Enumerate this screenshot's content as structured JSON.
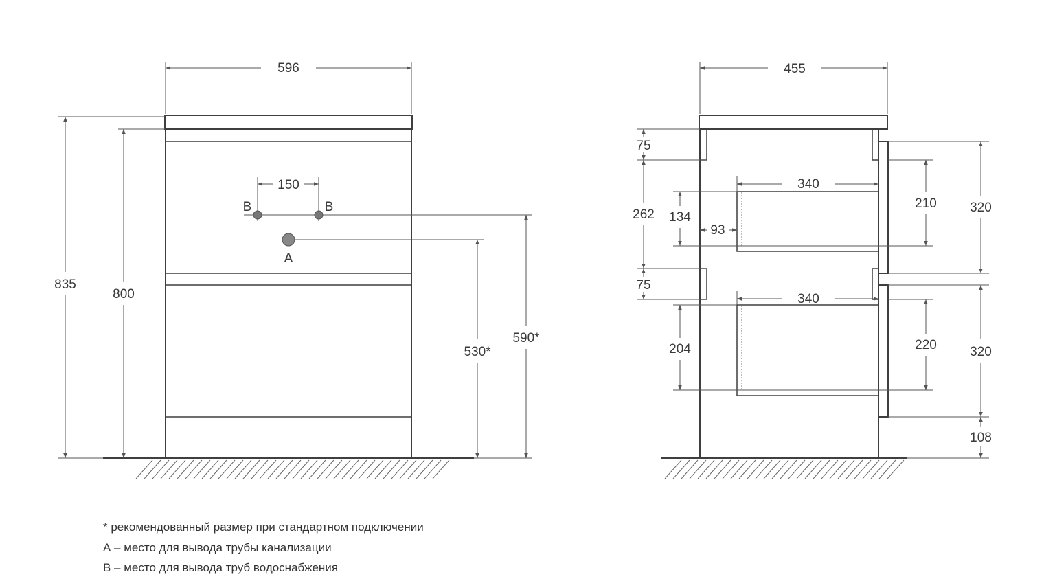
{
  "front_view": {
    "width": "596",
    "total_height": "835",
    "body_height": "800",
    "supply_spacing": "150",
    "supply_label_left": "B",
    "supply_label_right": "B",
    "drain_label": "A",
    "drain_height": "530*",
    "supply_height": "590*"
  },
  "side_view": {
    "depth": "455",
    "top_rail": "75",
    "upper_drawer_zone": "262",
    "middle_rail": "75",
    "upper_box_height": "134",
    "box_offset": "93",
    "upper_box_depth": "340",
    "lower_box_depth": "340",
    "lower_box_height": "204",
    "upper_inner_height": "210",
    "lower_inner_height": "220",
    "upper_facade": "320",
    "lower_facade": "320",
    "plinth": "108"
  },
  "notes": [
    "* рекомендованный размер при стандартном подключении",
    "А – место для вывода трубы канализации",
    "В – место для вывода труб водоснабжения"
  ],
  "colors": {
    "line": "#3f3f3f",
    "text": "#3a3a3a",
    "dimension": "#555555"
  }
}
